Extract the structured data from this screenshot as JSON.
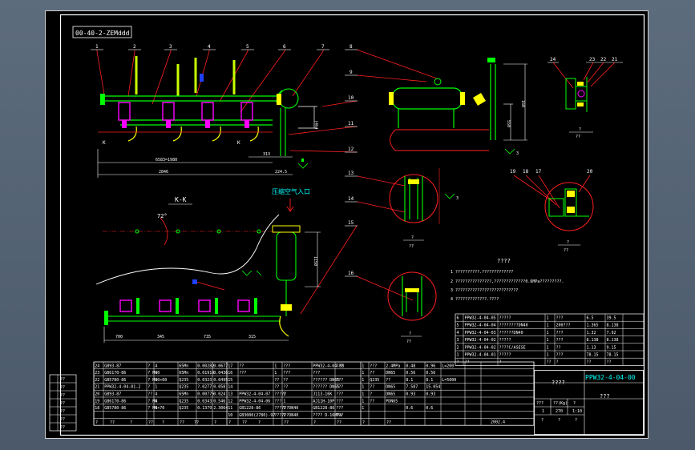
{
  "drawing": {
    "top_code": "00-40-2-ZEMddd",
    "air_inlet": "压缩空气入口",
    "section_label": "K-K",
    "angle": "72°",
    "leaders_top": [
      "1",
      "2",
      "3",
      "4",
      "5",
      "6",
      "7",
      "8",
      "9"
    ],
    "leaders_right": [
      "10",
      "11",
      "12",
      "13",
      "14",
      "15",
      "16"
    ],
    "leaders_detail": [
      "24",
      "23",
      "22",
      "21",
      "20",
      "19",
      "18",
      "17"
    ],
    "dims": {
      "d1": "2846",
      "d2": "6583=1980",
      "d3": "313",
      "d4": "224.5",
      "d5": "700",
      "d6": "345",
      "d7": "735",
      "d8": "315",
      "d9": "1150",
      "d10": "550",
      "d11": "160"
    },
    "notes_title": "????",
    "notes": [
      "1  ??????????.?????????????",
      "2  ???????????????,?????????????0.6MPa?????????.",
      "3  ??????????????????????????",
      "4  ?????????????.????"
    ],
    "detail_captions": [
      "?",
      "??",
      "?",
      "??",
      "?",
      "??",
      "?",
      "??"
    ]
  },
  "right_table": {
    "rows": [
      [
        "6",
        "PPW32-4-04-05",
        "?????",
        "1",
        "???",
        "6.5",
        "39.5"
      ],
      [
        "5",
        "PPW32-4-04-04",
        "????????DN40",
        "1",
        "200???",
        "1.365",
        "8.138"
      ],
      [
        "4",
        "PPW32-4-04-03",
        "??????DN40",
        "1",
        "???",
        "1.32",
        "7.92"
      ],
      [
        "3",
        "PPW32-4-04-02",
        "?????",
        "1",
        "???",
        "8.138",
        "8.138"
      ],
      [
        "2",
        "PPW32-4-04-02",
        "????C/ASESE",
        "1",
        "??",
        "1.13",
        "9.15"
      ],
      [
        "1",
        "PPW32-4-04-01",
        "?????",
        "1",
        "???",
        "78.15",
        "78.15"
      ]
    ],
    "header": [
      "?",
      "??",
      "?",
      "??",
      "?",
      "??",
      "??"
    ]
  },
  "title_block": {
    "drawing_no": "PPW32-4-04-00",
    "drawing_title": "????",
    "sub_title": "???",
    "stage": "???",
    "weight_label": "??(Kg)",
    "ratio_label": "?",
    "sheet": "1",
    "weight": "270",
    "scale": "1:10",
    "bottom_cells": [
      "?",
      "?",
      "?"
    ]
  },
  "bom": {
    "left_rows": [
      [
        "24",
        "GB93-87",
        "?",
        "4",
        "65Mn",
        "0.00282",
        "0.0677"
      ],
      [
        "23",
        "GB6170-86",
        "? M10",
        "4",
        "65Mn",
        "0.01919",
        "0.0436"
      ],
      [
        "22",
        "GB5780-86",
        "? M10×60",
        "4",
        "Q235",
        "0.0323",
        "0.0495"
      ],
      [
        "21",
        "PPW32-4-04-01-2",
        "?",
        "1",
        "Q235",
        "?.0277",
        "0.058"
      ],
      [
        "20",
        "GB93-87",
        "??",
        "4",
        "65Mn",
        "0.00775",
        "0.024"
      ],
      [
        "19",
        "GB6170-86",
        "? M6",
        "4",
        "Q235",
        "0.0343",
        "0.546"
      ],
      [
        "18",
        "GB5780-86",
        "? M6×70",
        "4",
        "Q235",
        "0.1379",
        "2.3064"
      ]
    ],
    "mid_rows": [
      [
        "17",
        "??",
        "1",
        "???",
        "PPW32-4-04-08",
        "???"
      ],
      [
        "16",
        "???",
        "1",
        "???",
        "???",
        ""
      ],
      [
        "15",
        "",
        "??",
        "??",
        "?????? DN65",
        "???"
      ],
      [
        "14",
        "",
        "??",
        "??",
        "?????? DN65",
        "???"
      ],
      [
        "13",
        "PPW32-4-04-07",
        "?????",
        "1",
        "J113-16K",
        "???"
      ],
      [
        "12",
        "PPW32-4-04-06",
        "???",
        "1",
        "AJ11H-10P",
        "???"
      ],
      [
        "11",
        "GB1228-86",
        "??????DN40",
        "1",
        "GB1228-86",
        "???"
      ],
      [
        "10",
        "GB3000(2780)-97",
        "??????DN40",
        "1",
        "???? D-16MPa",
        "???"
      ]
    ],
    "far_rows": [
      [
        "1",
        "???",
        "2.4MPa",
        "0.48",
        "0.96",
        "L=200"
      ],
      [
        "1",
        "??",
        "DN65",
        "0.56",
        "0.56",
        ""
      ],
      [
        "1",
        "Q235",
        "??",
        "8.1",
        "8.1",
        "L=5000"
      ],
      [
        "1",
        "??",
        "DN65",
        "7.587",
        "15.054",
        ""
      ],
      [
        "1",
        "?",
        "DN65",
        "0.93",
        "0.93",
        ""
      ],
      [
        "1",
        "??",
        "PDN65",
        "",
        "",
        ""
      ],
      [
        "1",
        "",
        "",
        "0.6",
        "0.6",
        ""
      ]
    ],
    "header": [
      "?",
      "??",
      "?",
      "??",
      "?",
      "??",
      "??",
      "?",
      "?",
      "??",
      "?",
      "??",
      "?",
      "??",
      "?",
      "??"
    ],
    "date": "2002.4"
  },
  "margin_rows": [
    "??",
    "??",
    "??",
    "??",
    "??",
    "??",
    "??"
  ]
}
